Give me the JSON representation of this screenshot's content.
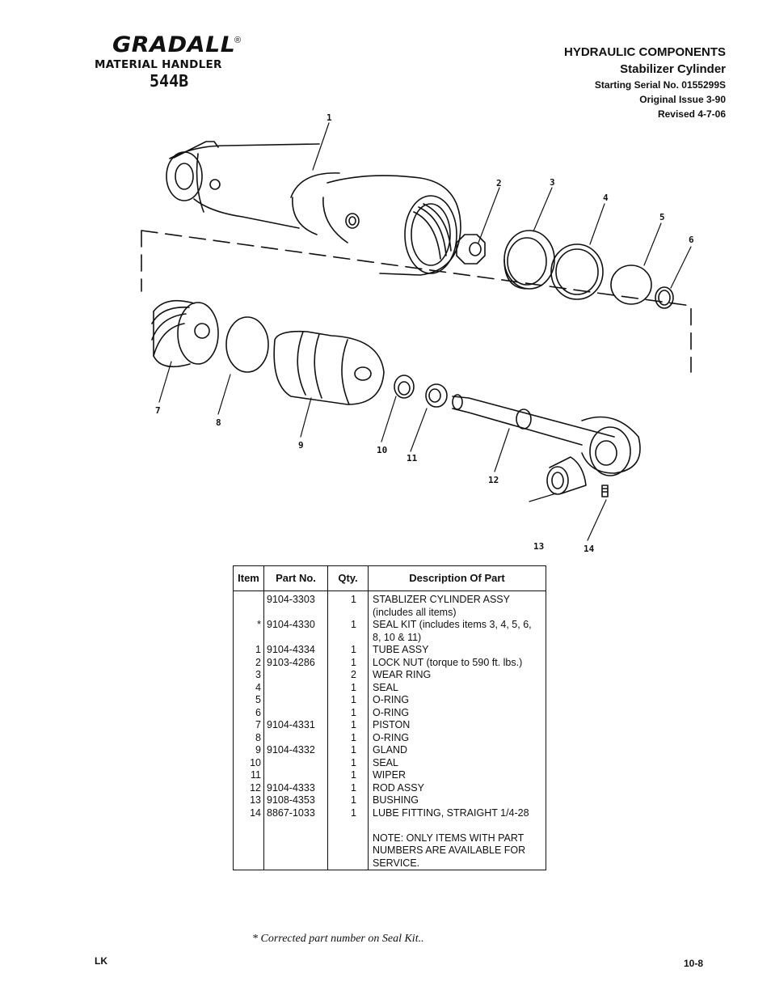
{
  "logo": {
    "brand": "GRADALL",
    "registered": "®",
    "subtitle": "MATERIAL HANDLER",
    "model": "544B"
  },
  "header": {
    "section": "HYDRAULIC COMPONENTS",
    "title": "Stabilizer Cylinder",
    "serial": "Starting Serial No. 0155299S",
    "issue": "Original Issue 3-90",
    "revised": "Revised 4-7-06"
  },
  "diagram": {
    "callouts": [
      "1",
      "2",
      "3",
      "4",
      "5",
      "6",
      "7",
      "8",
      "9",
      "10",
      "11",
      "12",
      "13",
      "14"
    ]
  },
  "table": {
    "headers": {
      "item": "Item",
      "part": "Part No.",
      "qty": "Qty.",
      "desc": "Description Of Part"
    },
    "rows": [
      {
        "item": "",
        "part": "9104-3303",
        "qty": "1",
        "desc": [
          "STABLIZER CYLINDER ASSY",
          "(includes all items)"
        ]
      },
      {
        "item": "*",
        "part": "9104-4330",
        "qty": "1",
        "desc": [
          "SEAL KIT (includes items  3, 4, 5, 6,",
          "8, 10 & 11)"
        ]
      },
      {
        "item": "1",
        "part": "9104-4334",
        "qty": "1",
        "desc": [
          "TUBE ASSY"
        ]
      },
      {
        "item": "2",
        "part": "9103-4286",
        "qty": "1",
        "desc": [
          "LOCK NUT (torque to 590 ft. lbs.)"
        ]
      },
      {
        "item": "3",
        "part": "",
        "qty": "2",
        "desc": [
          "WEAR RING"
        ]
      },
      {
        "item": "4",
        "part": "",
        "qty": "1",
        "desc": [
          "SEAL"
        ]
      },
      {
        "item": "5",
        "part": "",
        "qty": "1",
        "desc": [
          "O-RING"
        ]
      },
      {
        "item": "6",
        "part": "",
        "qty": "1",
        "desc": [
          "O-RING"
        ]
      },
      {
        "item": "7",
        "part": "9104-4331",
        "qty": "1",
        "desc": [
          "PISTON"
        ]
      },
      {
        "item": "8",
        "part": "",
        "qty": "1",
        "desc": [
          "O-RING"
        ]
      },
      {
        "item": "9",
        "part": "9104-4332",
        "qty": "1",
        "desc": [
          "GLAND"
        ]
      },
      {
        "item": "10",
        "part": "",
        "qty": "1",
        "desc": [
          "SEAL"
        ]
      },
      {
        "item": "11",
        "part": "",
        "qty": "1",
        "desc": [
          "WIPER"
        ]
      },
      {
        "item": "12",
        "part": "9104-4333",
        "qty": "1",
        "desc": [
          "ROD ASSY"
        ]
      },
      {
        "item": "13",
        "part": "9108-4353",
        "qty": "1",
        "desc": [
          "BUSHING"
        ]
      },
      {
        "item": "14",
        "part": "8867-1033",
        "qty": "1",
        "desc": [
          "LUBE FITTING, STRAIGHT 1/4-28"
        ]
      }
    ],
    "note": [
      "NOTE: ONLY ITEMS WITH PART",
      "NUMBERS ARE AVAILABLE FOR",
      "SERVICE."
    ]
  },
  "footnote": "*  Corrected part number on Seal Kit..",
  "footer": {
    "left": "LK",
    "right": "10-8"
  }
}
